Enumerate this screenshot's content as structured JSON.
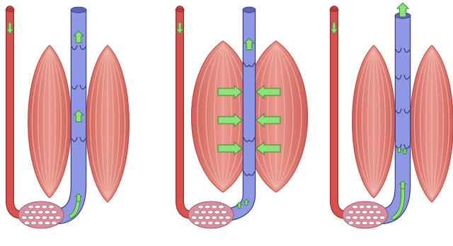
{
  "colors": {
    "background": "#ffffff",
    "artery": "#d8504f",
    "artery_dark": "#9d2e30",
    "vein": "#8f98e4",
    "vein_dark": "#3a3f7e",
    "muscle": "#e7867c",
    "muscle_stripe": "#f2b7ae",
    "muscle_dark": "#b94e48",
    "capillary_bed": "#d98fa0",
    "arrow_fill": "#8ee07a",
    "arrow_stroke": "#3d8a2f"
  },
  "panels": [
    {
      "id": "panel-1",
      "muscle_state": "relaxed",
      "valves_open": true,
      "flow_arrows": [
        "up",
        "up"
      ],
      "squeeze_arrows": false,
      "outflow_arrow": false
    },
    {
      "id": "panel-2",
      "muscle_state": "contracted",
      "valves_open": false,
      "flow_arrows": [
        "up"
      ],
      "squeeze_arrows": true,
      "outflow_arrow": false
    },
    {
      "id": "panel-3",
      "muscle_state": "relaxed",
      "valves_open": true,
      "flow_arrows": [
        "up"
      ],
      "squeeze_arrows": false,
      "outflow_arrow": true
    }
  ],
  "icons": {
    "flow_arrow": "arrow-up-icon",
    "squeeze_arrow": "arrow-horizontal-icon",
    "valve": "valve-icon"
  }
}
